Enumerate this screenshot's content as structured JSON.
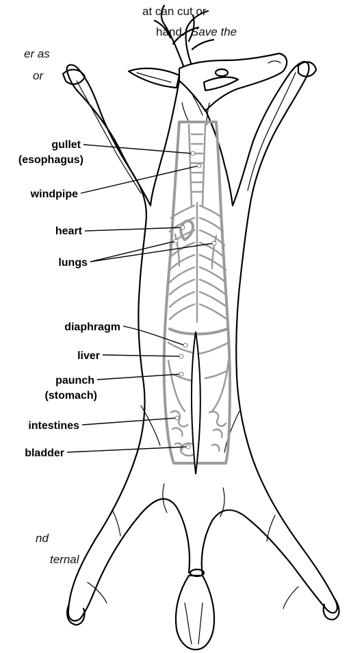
{
  "snippet_text": {
    "top_lines": [
      "at can cut or",
      "hand.",
      "Save the",
      "er as",
      "or"
    ],
    "bottom_lines": [
      "nd",
      "ternal"
    ]
  },
  "diagram": {
    "subject": "field-dressed deer, ventral view",
    "labels": [
      {
        "id": "gullet",
        "lines": [
          "gullet",
          "(esophagus)"
        ]
      },
      {
        "id": "windpipe",
        "lines": [
          "windpipe"
        ]
      },
      {
        "id": "heart",
        "lines": [
          "heart"
        ]
      },
      {
        "id": "lungs",
        "lines": [
          "lungs"
        ]
      },
      {
        "id": "diaphragm",
        "lines": [
          "diaphragm"
        ]
      },
      {
        "id": "liver",
        "lines": [
          "liver"
        ]
      },
      {
        "id": "paunch",
        "lines": [
          "paunch",
          "(stomach)"
        ]
      },
      {
        "id": "intestines",
        "lines": [
          "intestines"
        ]
      },
      {
        "id": "bladder",
        "lines": [
          "bladder"
        ]
      }
    ],
    "colors": {
      "outline": "#000000",
      "organs": "#9b9b9b",
      "background": "#ffffff"
    }
  }
}
